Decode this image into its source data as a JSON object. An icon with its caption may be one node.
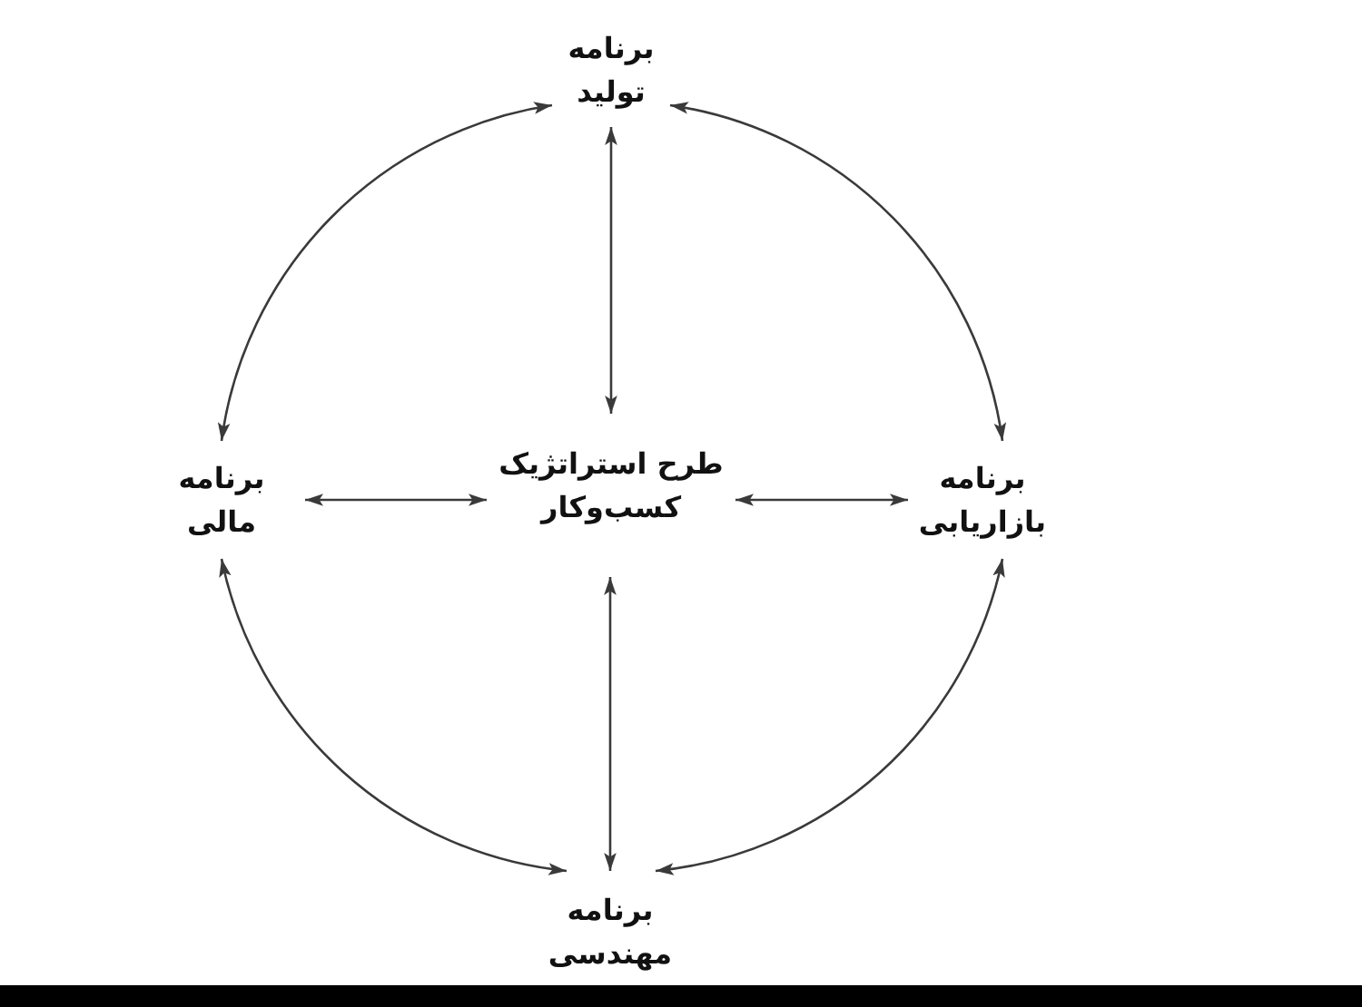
{
  "diagram": {
    "nodes": [
      {
        "text": [
          "برنامه تولید"
        ]
      },
      {
        "text": [
          "برنامه بازاریابی"
        ]
      },
      {
        "text": [
          "طرح استراتژیک کسب‌وکار"
        ]
      },
      {
        "text": [
          "برنامه مالی"
        ]
      },
      {
        "text": [
          "برنامه مهندسی"
        ]
      }
    ],
    "edges": [
      {
        "from": 2,
        "to": 0,
        "arrow": "both"
      },
      {
        "from": 2,
        "to": 1,
        "arrow": "both"
      },
      {
        "from": 2,
        "to": 4,
        "arrow": "both"
      },
      {
        "from": 2,
        "to": 3,
        "arrow": "both"
      },
      {
        "from": 0,
        "to": 1,
        "arrow": "both"
      },
      {
        "from": 1,
        "to": 4,
        "arrow": "both"
      },
      {
        "from": 4,
        "to": 3,
        "arrow": "both"
      },
      {
        "from": 3,
        "to": 0,
        "arrow": "both"
      }
    ]
  }
}
